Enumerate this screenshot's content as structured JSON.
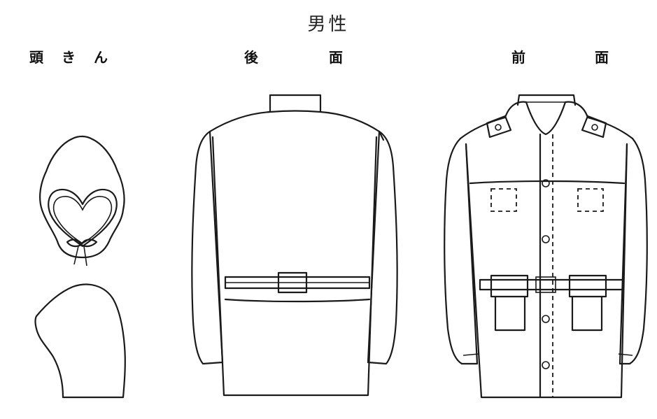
{
  "title": "男性",
  "captions": {
    "hood": [
      "頭",
      "き",
      "ん"
    ],
    "back": [
      "後",
      "面"
    ],
    "front": [
      "前",
      "面"
    ]
  },
  "colors": {
    "line": "#1a1a1a",
    "background": "#ffffff"
  }
}
